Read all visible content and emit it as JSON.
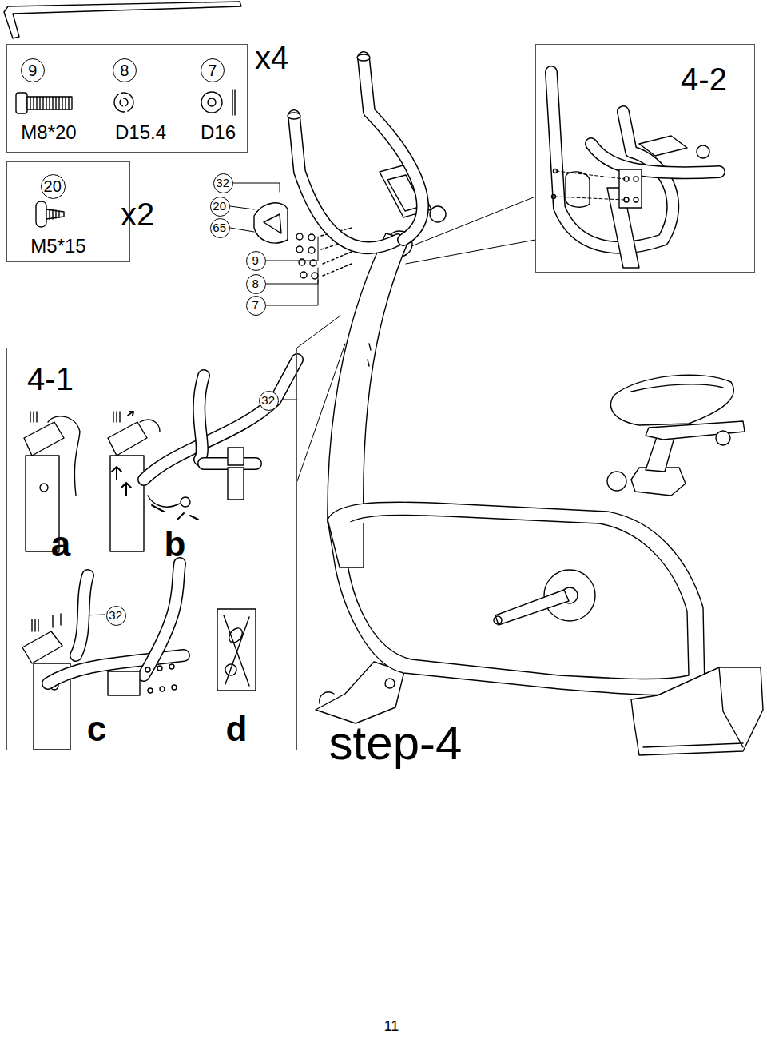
{
  "diagram": {
    "title": "step-4",
    "nodes": [
      {
        "text": [
          "M8*20",
          "D15.4",
          "D16"
        ]
      },
      {
        "text": [
          "9"
        ],
        "in": 0
      },
      {
        "text": [
          "8"
        ],
        "in": 0
      },
      {
        "text": [
          "7"
        ],
        "in": 0
      },
      {
        "text": [
          "M5*15"
        ]
      },
      {
        "text": [
          "20"
        ],
        "in": 4
      },
      {
        "text": [
          "32"
        ]
      },
      {
        "text": [
          "20"
        ]
      },
      {
        "text": [
          "65"
        ]
      },
      {
        "text": [
          "9"
        ]
      },
      {
        "text": [
          "8"
        ]
      },
      {
        "text": [
          "7"
        ]
      },
      {
        "text": [
          "4-2"
        ]
      },
      {
        "text": [
          "4-1",
          "a",
          "b",
          "c",
          "d"
        ]
      },
      {
        "text": [
          "32"
        ],
        "in": 13
      },
      {
        "text": [
          "32"
        ],
        "in": 13
      }
    ],
    "labels": [
      "x4",
      "x2",
      "11"
    ]
  }
}
